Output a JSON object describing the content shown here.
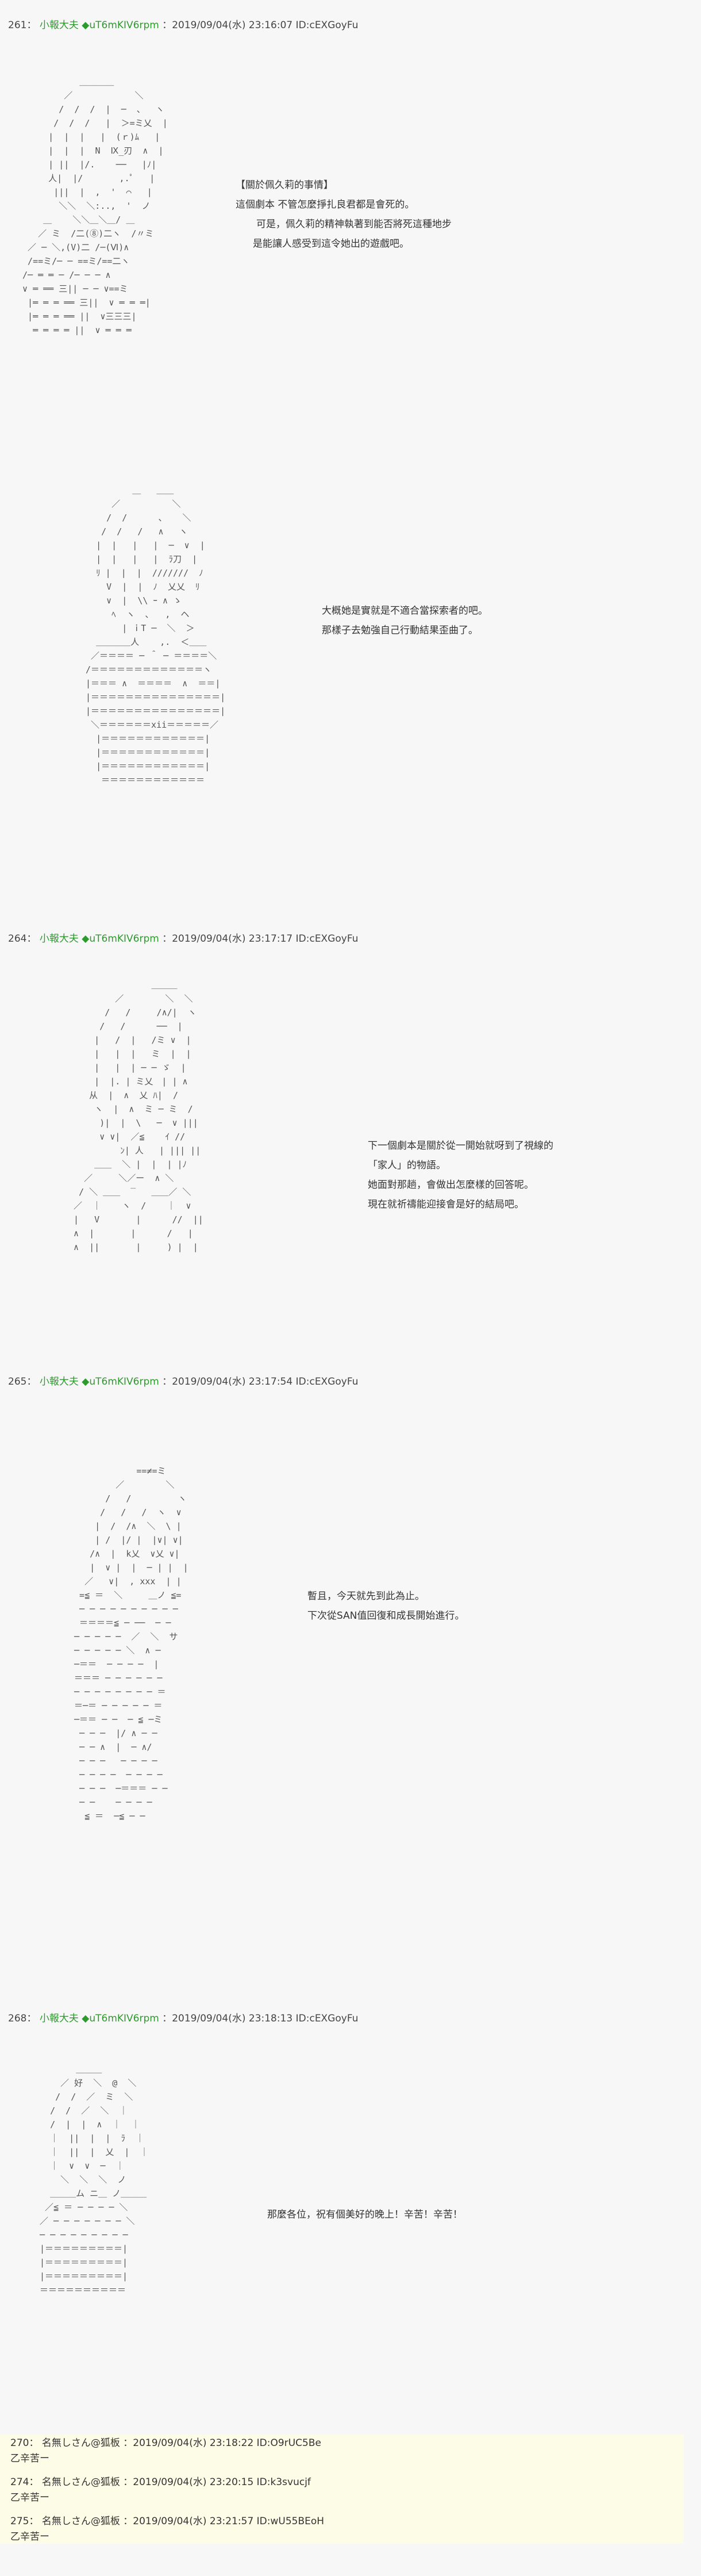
{
  "posts": [
    {
      "header": {
        "num": "261：",
        "name": "小報大夫",
        "trip": "◆uT6mKIV6rpm",
        "date": "：2019/09/04(水) 23:16:07 ID:cEXGoyFu"
      },
      "aa": [
        "            ＿＿＿＿",
        "         ／            ＼",
        "        /  /  /  |  ─  、  ヽ",
        "       /  /  /   |  ＞=ミ乂  |",
        "      |  |  |   |  (ｒ)ﾑ   |",
        "      |  |  |  N  Ⅸ_刃  ∧  |",
        "      | ||  |/.    ──   |ﾉ|",
        "      人|  |/       ,.ﾟ   |",
        "       |||  |  ,  '  ⌒   |",
        "        ＼＼  ＼:..,  '  ノ",
        "     ＿    ＼＼＿＼＿/ ＿",
        "    ／ ミ  /二(⑧)二ヽ  /〃ミ",
        "  ／ ─ ＼,(V)二 /─(Ⅵ)∧",
        "  /==ミ/─ ─ ==ミ/==二ヽ",
        " /─ ═ ═ ─ /─ ─ ─ ∧",
        " ∨ ═ ══ 三|| ─ ─ ∨==ミ",
        "  |═ ═ ═ ══ 三||  ∨ ═ ═ ═|",
        "  |═ ═ ═ ══ ||  ∨三三三|",
        "   ═ ═ ═ ═ ||  ∨ ═ ═ ═"
      ],
      "lines": [
        "【關於佩久莉的事情】",
        "這個劇本 不管怎麼掙扎良君都是會死的。",
        "可是，佩久莉的精神執著到能否將死這種地步",
        "是能讓人感受到這令她出的遊戲吧。"
      ]
    },
    {
      "header": {
        "num": "",
        "name": "",
        "trip": "",
        "date": ""
      },
      "aa": [
        "          ＿   ＿＿",
        "      ／          ＼",
        "     /  /      、   ＼",
        "    /  /   /   ∧   ヽ",
        "   |  |   |   |  ─  ∨  |",
        "   |  |   |   |  ﾗ刀  |",
        "   ﾘ |  |  |  ///////  ﾉ",
        "     V  |  |  ﾉ  乂乂  ﾘ",
        "     ∨  |  \\\\ ｰ ∧ ゝ",
        "      ﾍ  ヽ  ､   ,  ヘ",
        "        | ｉT ─  ＼  ＞",
        "   ＿＿＿＿人    ,.  ＜＿＿",
        "  ／＝＝＝＝ ─ ＾ ─ ＝＝＝＝＼",
        " /＝＝＝＝＝＝＝＝＝＝＝＝＝ヽ",
        " |＝＝＝ ∧  ＝＝＝＝  ∧  ＝＝|",
        " |＝＝＝＝＝＝＝＝＝＝＝＝＝＝＝|",
        " |＝＝＝＝＝＝＝＝＝＝＝＝＝＝＝|",
        "  ＼＝＝＝＝＝＝xii＝＝＝＝＝／",
        "   |＝＝＝＝＝＝＝＝＝＝＝＝|",
        "   |＝＝＝＝＝＝＝＝＝＝＝＝|",
        "   |＝＝＝＝＝＝＝＝＝＝＝＝|",
        "    ＝＝＝＝＝＝＝＝＝＝＝＝"
      ],
      "lines": [
        "大概她是實就是不適合當探索者的吧。",
        "那樣子去勉強自己行動結果歪曲了。"
      ]
    },
    {
      "header": {
        "num": "264：",
        "name": "小報大夫",
        "trip": "◆uT6mKIV6rpm",
        "date": "：2019/09/04(水) 23:17:17 ID:cEXGoyFu"
      },
      "aa": [
        "                 ＿＿＿",
        "          ／        ＼  ＼",
        "        /   /     /∧/|  ヽ",
        "       /   /      ──  |",
        "      |   /  |   /ミ ∨  |",
        "      |   |  |   ミ  |  |",
        "      |   |  | ─ ─ ゞ  |",
        "      |  |. | ミ乂　| | ∧",
        "     从  |  ∧  乂 ﾊ|  /",
        "      ヽ  |  ∧  ミ ─ ミ  /",
        "       )|  |  \\   ─  ∨ |||",
        "       ∨ ∨|  ／≦    ｲ //",
        "           ﾝ| 人   | ||| ||",
        "      ＿＿  ＼ |  |  | |ﾉ",
        "    ／     ＼／ー  ∧ ＼",
        "   / ＼ ＿＿  ‾   ＿＿／ ＼",
        "  ／  ｜    ヽ  /    ｜  ∨",
        "  |   V       |      //  ||",
        "  ∧  |       |      /   |",
        "  ∧  ||       |     ) |  |"
      ],
      "lines": [
        "下一個劇本是關於從一開始就呀到了視線的",
        "「家人」的物語。",
        "她面對那趟，會做出怎麼樣的回答呢。",
        "現在就祈禱能迎接會是好的結局吧。"
      ]
    },
    {
      "header": {
        "num": "265：",
        "name": "小報大夫",
        "trip": "◆uT6mKIV6rpm",
        "date": "：2019/09/04(水) 23:17:54 ID:cEXGoyFu"
      },
      "aa": [
        "             ==≠=ミ",
        "         ／        ＼",
        "       /   /         ヽ",
        "      /   /   /  ヽ  ∨",
        "     |  /  /∧  ＼  \\ |",
        "     | /  |/ |  |∨| ∨|",
        "    /∧  |  k乂  ∨乂 ∨|",
        "    |  ∨ |  |  ─ | |  |",
        "   ／   ∨|  , xxx  | |",
        "  =≦ ＝  ＼     ＿ノ ≦=",
        "  ─ ─ ─ ─ ─ ─ ─ ─ ─ ─",
        "  ＝＝＝＝≦ ─ ──  ─ ─",
        " ─ ─ ─ ─ ─  ／  ＼  サ",
        " ─ ─ ─ ─ ─ ＼  ∧ ─",
        " ─＝＝  ─ ─ ─ ─  |",
        " ＝＝＝ ─ ─ ─ ─ ─ ─",
        " ─ ─ ─ ─ ─ ─ ─ ─ ＝",
        " ＝─＝ ─ ─ ─ ─ ─ ＝",
        " ─＝＝ ─ ─  ─ ≦ ─ミ",
        "  ─ ─ ─  |/ ∧ ─ ─",
        "  ─ ─ ∧  |  ─ ∧/",
        "  ─ ─ ─   ─ ─ ─ ─",
        "  ─ ─ ─ ─  ─ ─ ─ ─",
        "  ─ ─ ─  ─＝＝＝ ─ ─",
        "  ─ ─    ─ ─ ─ ─",
        "   ≦ ＝  ─≦ ─ ─"
      ],
      "lines": [
        "暫且，今天就先到此為止。",
        "下次從SAN值回復和成長開始進行。"
      ]
    },
    {
      "header": {
        "num": "268：",
        "name": "小報大夫",
        "trip": "◆uT6mKIV6rpm",
        "date": "：2019/09/04(水) 23:18:13 ID:cEXGoyFu"
      },
      "aa": [
        "        ＿＿＿",
        "     ／ 好  ＼  @  ＼",
        "    /  /  ／  ミ  ＼",
        "   /  /  ／  ＼  ｜",
        "   /  |  |  ∧  ｜  ｜",
        "   ｜  ||  |  |  ﾗ  ｜",
        "   ｜  ||  |  乂  |  ｜",
        "   ｜  ∨  ∨  ─  ｜",
        "     ＼  ＼  ＼  ノ",
        "   ＿＿＿ム ニ＿ ノ＿＿＿",
        "  ／≦ ＝ ─ ─ ─ ─ ＼",
        " ／ ─ ─ ─ ─ ─ ─ ─ ＼",
        " ─ ─ ─ ─ ─ ─ ─ ─ ─",
        " |＝＝＝＝＝＝＝＝＝|",
        " |＝＝＝＝＝＝＝＝＝|",
        " |＝＝＝＝＝＝＝＝＝|",
        " ＝＝＝＝＝＝＝＝＝＝"
      ],
      "lines": [
        "那麼各位，祝有個美好的晚上！辛苦！辛苦！"
      ]
    }
  ],
  "replies": [
    {
      "num": "270：",
      "name": "名無しさん@狐板",
      "date": "：2019/09/04(水) 23:18:22 ID:O9rUC5Be",
      "body": "乙辛苦ー"
    },
    {
      "num": "274：",
      "name": "名無しさん@狐板",
      "date": "：2019/09/04(水) 23:20:15 ID:k3svucjf",
      "body": "乙辛苦ー"
    },
    {
      "num": "275：",
      "name": "名無しさん@狐板",
      "date": "：2019/09/04(水) 23:21:57 ID:wU55BEoH",
      "body": "乙辛苦ー"
    }
  ],
  "colors": {
    "name": "#2d9a2d",
    "reply_bg": "#fdfce6",
    "page_bg": "#f7f7f7"
  }
}
